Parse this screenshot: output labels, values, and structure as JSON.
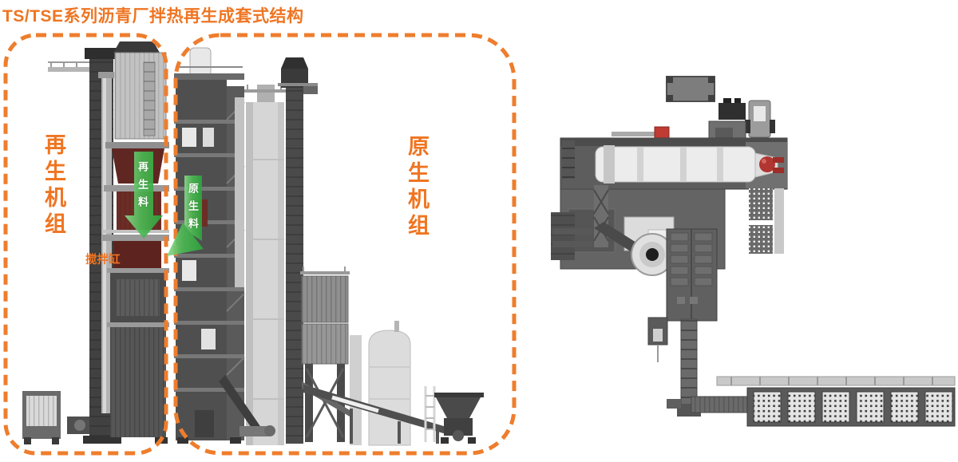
{
  "title": "TS/TSE系列沥青厂拌热再生成套式结构",
  "labels": {
    "recycle_unit": "再生机组",
    "virgin_unit": "原生机组",
    "mixer": "搅拌缸",
    "recycled_material": "再生料",
    "virgin_material": "原生料"
  },
  "colors": {
    "accent_orange": "#EE7D2D",
    "title_orange": "#EF7522",
    "arrow_green": "#3FB34C",
    "machinery_maroon": "#63281F",
    "burner_red": "#B2372E"
  }
}
